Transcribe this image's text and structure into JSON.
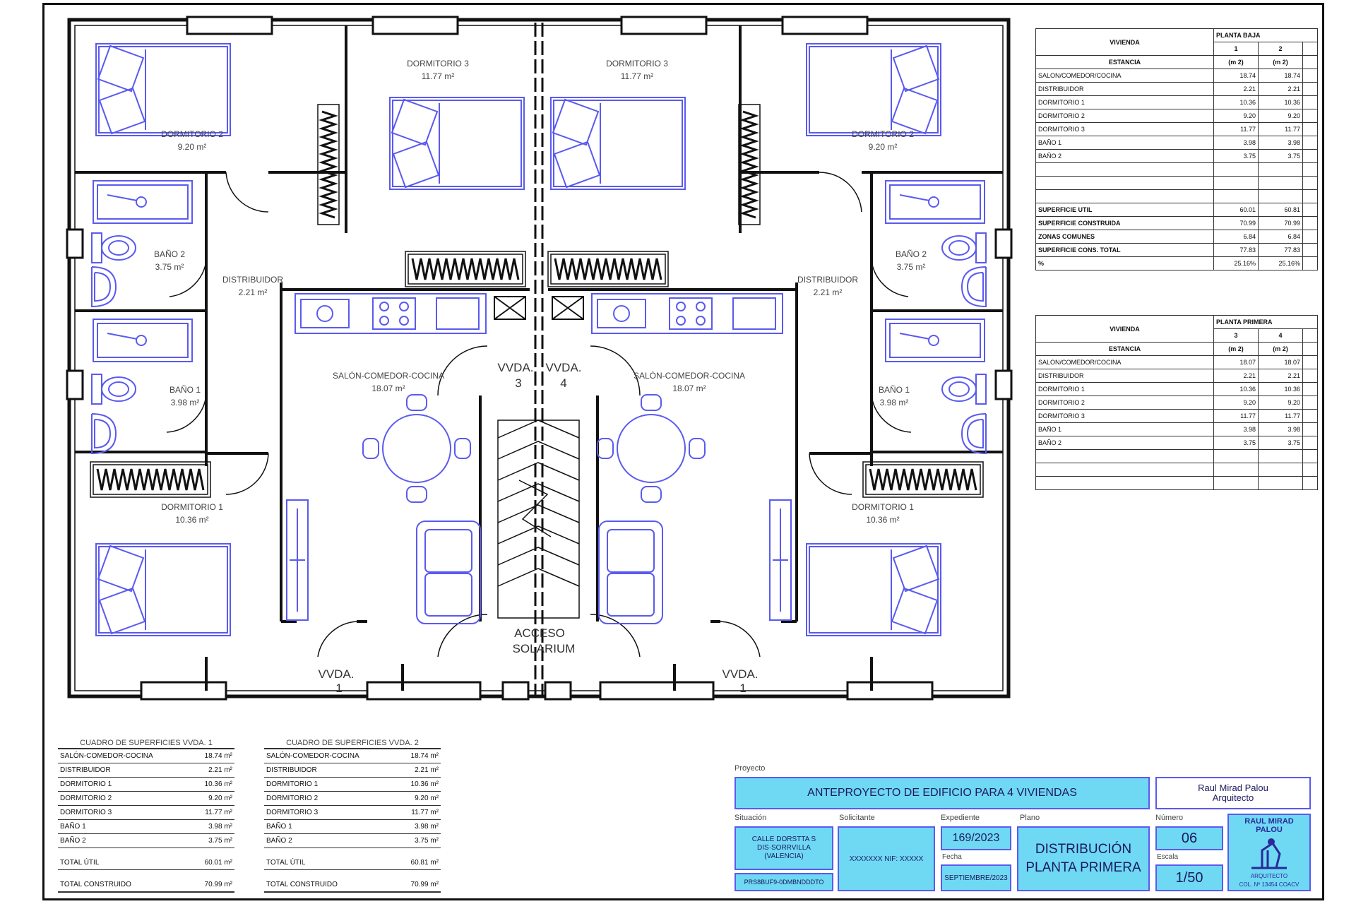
{
  "rooms": {
    "dorm3_l": {
      "name": "DORMITORIO 3",
      "area": "11.77 m²"
    },
    "dorm3_r": {
      "name": "DORMITORIO 3",
      "area": "11.77 m²"
    },
    "dorm2_l": {
      "name": "DORMITORIO 2",
      "area": "9.20 m²"
    },
    "dorm2_r": {
      "name": "DORMITORIO 2",
      "area": "9.20 m²"
    },
    "bano2_l": {
      "name": "BAÑO 2",
      "area": "3.75 m²"
    },
    "bano2_r": {
      "name": "BAÑO 2",
      "area": "3.75 m²"
    },
    "dist_l": {
      "name": "DISTRIBUIDOR",
      "area": "2.21 m²"
    },
    "dist_r": {
      "name": "DISTRIBUIDOR",
      "area": "2.21 m²"
    },
    "bano1_l": {
      "name": "BAÑO 1",
      "area": "3.98 m²"
    },
    "bano1_r": {
      "name": "BAÑO 1",
      "area": "3.98 m²"
    },
    "salon_l": {
      "name": "SALÓN-COMEDOR-COCINA",
      "area": "18.07 m²"
    },
    "salon_r": {
      "name": "SALÓN-COMEDOR-COCINA",
      "area": "18.07 m²"
    },
    "dorm1_l": {
      "name": "DORMITORIO 1",
      "area": "10.36 m²"
    },
    "dorm1_r": {
      "name": "DORMITORIO 1",
      "area": "10.36 m²"
    }
  },
  "labels": {
    "vvda": "VVDA.",
    "n1": "1",
    "n3": "3",
    "n4": "4",
    "acceso": "ACCESO",
    "solarium": "SOLARIUM"
  },
  "table_baja": {
    "title_vivienda": "VIVIENDA",
    "title_planta": "PLANTA BAJA",
    "col1": "1",
    "col2": "2",
    "estancia": "ESTANCIA",
    "unit": "(m 2)",
    "rows": [
      {
        "name": "SALON/COMEDOR/COCINA",
        "v1": "18.74",
        "v2": "18.74"
      },
      {
        "name": "DISTRIBUIDOR",
        "v1": "2.21",
        "v2": "2.21"
      },
      {
        "name": "DORMITORIO 1",
        "v1": "10.36",
        "v2": "10.36"
      },
      {
        "name": "DORMITORIO 2",
        "v1": "9.20",
        "v2": "9.20"
      },
      {
        "name": "DORMITORIO 3",
        "v1": "11.77",
        "v2": "11.77"
      },
      {
        "name": "BAÑO 1",
        "v1": "3.98",
        "v2": "3.98"
      },
      {
        "name": "BAÑO 2",
        "v1": "3.75",
        "v2": "3.75"
      }
    ],
    "totals": [
      {
        "name": "SUPERFICIE UTIL",
        "v1": "60.01",
        "v2": "60.81"
      },
      {
        "name": "SUPERFICIE CONSTRUIDA",
        "v1": "70.99",
        "v2": "70.99"
      },
      {
        "name": "ZONAS COMUNES",
        "v1": "6.84",
        "v2": "6.84"
      },
      {
        "name": "SUPERFICIE CONS. TOTAL",
        "v1": "77.83",
        "v2": "77.83"
      },
      {
        "name": "%",
        "v1": "25.16%",
        "v2": "25.16%"
      }
    ]
  },
  "table_primera": {
    "title_vivienda": "VIVIENDA",
    "title_planta": "PLANTA PRIMERA",
    "col1": "3",
    "col2": "4",
    "estancia": "ESTANCIA",
    "unit": "(m 2)",
    "rows": [
      {
        "name": "SALON/COMEDOR/COCINA",
        "v1": "18.07",
        "v2": "18.07"
      },
      {
        "name": "DISTRIBUIDOR",
        "v1": "2.21",
        "v2": "2.21"
      },
      {
        "name": "DORMITORIO 1",
        "v1": "10.36",
        "v2": "10.36"
      },
      {
        "name": "DORMITORIO 2",
        "v1": "9.20",
        "v2": "9.20"
      },
      {
        "name": "DORMITORIO 3",
        "v1": "11.77",
        "v2": "11.77"
      },
      {
        "name": "BAÑO 1",
        "v1": "3.98",
        "v2": "3.98"
      },
      {
        "name": "BAÑO 2",
        "v1": "3.75",
        "v2": "3.75"
      }
    ]
  },
  "cuadro1": {
    "title": "CUADRO DE SUPERFICIES VVDA. 1",
    "rows": [
      {
        "name": "SALÓN-COMEDOR-COCINA",
        "v": "18.74 m²"
      },
      {
        "name": "DISTRIBUIDOR",
        "v": "2.21 m²"
      },
      {
        "name": "DORMITORIO 1",
        "v": "10.36 m²"
      },
      {
        "name": "DORMITORIO 2",
        "v": "9.20 m²"
      },
      {
        "name": "DORMITORIO 3",
        "v": "11.77 m²"
      },
      {
        "name": "BAÑO 1",
        "v": "3.98 m²"
      },
      {
        "name": "BAÑO 2",
        "v": "3.75 m²"
      }
    ],
    "total_util": {
      "name": "TOTAL ÚTIL",
      "v": "60.01 m²"
    },
    "total_cons": {
      "name": "TOTAL CONSTRUIDO",
      "v": "70.99 m²"
    }
  },
  "cuadro2": {
    "title": "CUADRO DE SUPERFICIES VVDA. 2",
    "rows": [
      {
        "name": "SALÓN-COMEDOR-COCINA",
        "v": "18.74 m²"
      },
      {
        "name": "DISTRIBUIDOR",
        "v": "2.21 m²"
      },
      {
        "name": "DORMITORIO 1",
        "v": "10.36 m²"
      },
      {
        "name": "DORMITORIO 2",
        "v": "9.20 m²"
      },
      {
        "name": "DORMITORIO 3",
        "v": "11.77 m²"
      },
      {
        "name": "BAÑO 1",
        "v": "3.98 m²"
      },
      {
        "name": "BAÑO 2",
        "v": "3.75 m²"
      }
    ],
    "total_util": {
      "name": "TOTAL ÚTIL",
      "v": "60.81 m²"
    },
    "total_cons": {
      "name": "TOTAL CONSTRUIDO",
      "v": "70.99 m²"
    }
  },
  "titleblock": {
    "proyecto_label": "Proyecto",
    "project_title": "ANTEPROYECTO DE EDIFICIO PARA 4 VIVIENDAS",
    "architect_name": "Raul Mirad Palou",
    "architect_role": "Arquitecto",
    "situacion_label": "Situación",
    "situacion_text": "CALLE DORSTTA S DIS·SORRVILLA (VALENCIA)",
    "refcat_text": "PRS8BUF9-0DMBNDDDTO",
    "solicitante_label": "Solicitante",
    "solicitante_text": "XXXXXXX NIF: XXXXX",
    "expediente_label": "Expediente",
    "expediente_value": "169/2023",
    "fecha_label": "Fecha",
    "fecha_value": "SEPTIEMBRE/2023",
    "plano_label": "Plano",
    "plano_title_1": "DISTRIBUCIÓN",
    "plano_title_2": "PLANTA PRIMERA",
    "numero_label": "Número",
    "numero_value": "06",
    "escala_label": "Escala",
    "escala_value": "1/50",
    "logo_text": "RAUL MIRAD PALOU",
    "logo_sub_1": "ARQUITECTO",
    "logo_sub_2": "COL. Nº 13454 COACV"
  },
  "colors": {
    "furniture": "#5a5af0",
    "titlebox": "#6fd8f2",
    "line": "#111111"
  }
}
